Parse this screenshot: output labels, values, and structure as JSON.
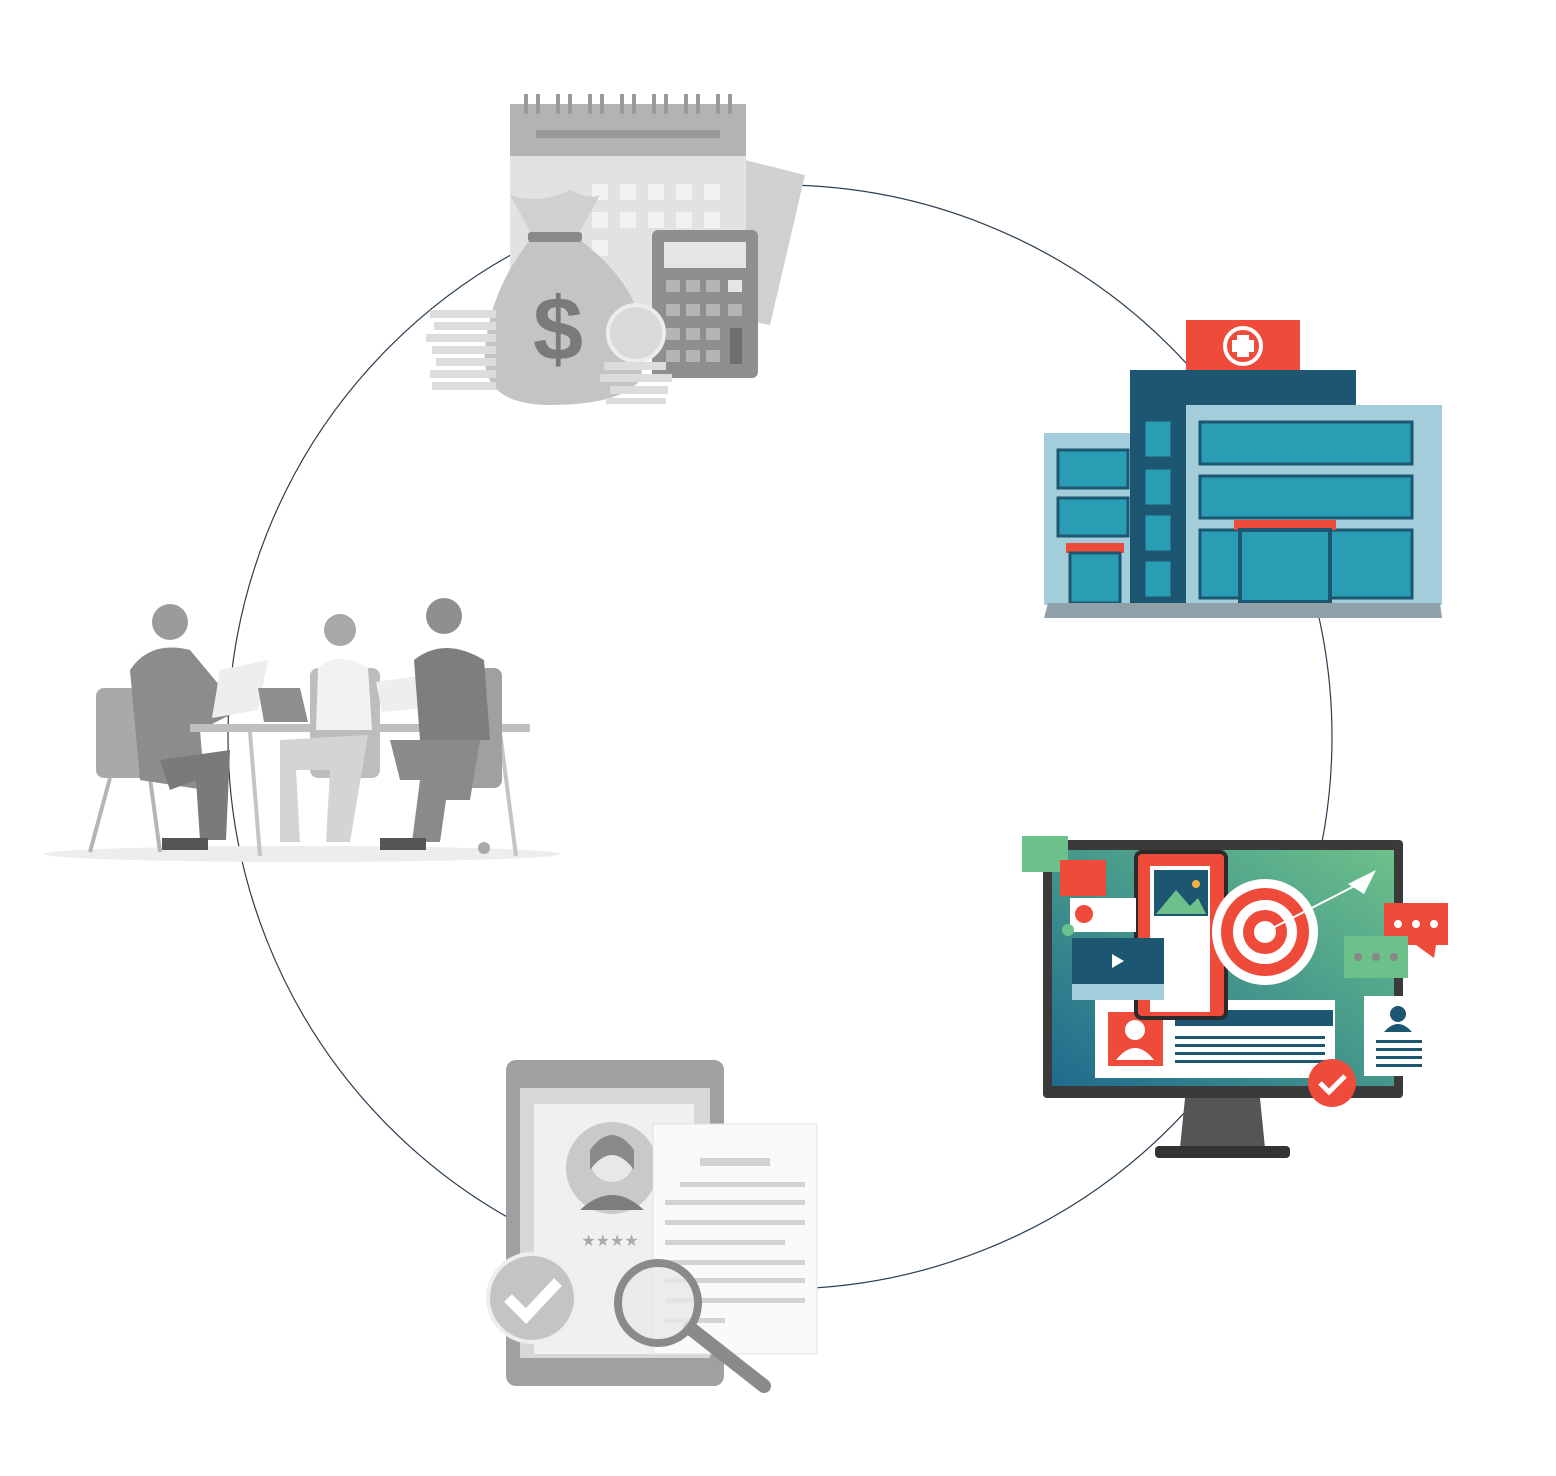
{
  "diagram": {
    "type": "cycle",
    "nodes": [
      {
        "icon": "finance-calendar-money-icon",
        "state": "inactive"
      },
      {
        "icon": "hospital-building-icon",
        "state": "active"
      },
      {
        "icon": "digital-marketing-monitor-icon",
        "state": "active"
      },
      {
        "icon": "candidate-review-document-icon",
        "state": "inactive"
      },
      {
        "icon": "business-meeting-icon",
        "state": "inactive"
      }
    ],
    "dollar_sign": "$"
  },
  "colors": {
    "ring": "#2b3e50",
    "red": "#ef4b3b",
    "navy": "#1d5670",
    "teal": "#2a9db5",
    "lightblue": "#a3cddb",
    "green": "#6cc18a",
    "gray": "#a6a6a6",
    "lightgray": "#d9d9d9"
  }
}
